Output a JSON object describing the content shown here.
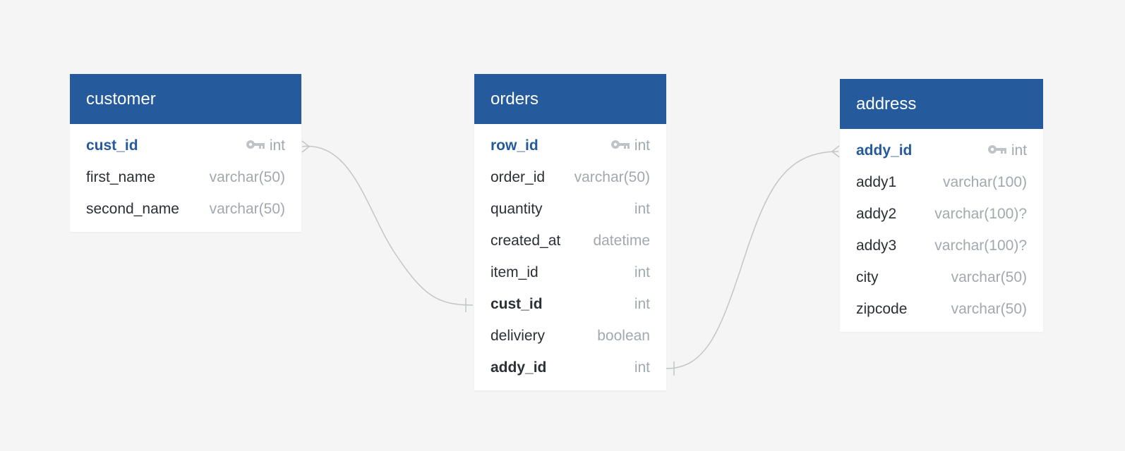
{
  "tables": {
    "customer": {
      "title": "customer",
      "columns": [
        {
          "name": "cust_id",
          "type": "int",
          "pk": true,
          "fk": false
        },
        {
          "name": "first_name",
          "type": "varchar(50)",
          "pk": false,
          "fk": false
        },
        {
          "name": "second_name",
          "type": "varchar(50)",
          "pk": false,
          "fk": false
        }
      ]
    },
    "orders": {
      "title": "orders",
      "columns": [
        {
          "name": "row_id",
          "type": "int",
          "pk": true,
          "fk": false
        },
        {
          "name": "order_id",
          "type": "varchar(50)",
          "pk": false,
          "fk": false
        },
        {
          "name": "quantity",
          "type": "int",
          "pk": false,
          "fk": false
        },
        {
          "name": "created_at",
          "type": "datetime",
          "pk": false,
          "fk": false
        },
        {
          "name": "item_id",
          "type": "int",
          "pk": false,
          "fk": false
        },
        {
          "name": "cust_id",
          "type": "int",
          "pk": false,
          "fk": true
        },
        {
          "name": "deliviery",
          "type": "boolean",
          "pk": false,
          "fk": false
        },
        {
          "name": "addy_id",
          "type": "int",
          "pk": false,
          "fk": true
        }
      ]
    },
    "address": {
      "title": "address",
      "columns": [
        {
          "name": "addy_id",
          "type": "int",
          "pk": true,
          "fk": false
        },
        {
          "name": "addy1",
          "type": "varchar(100)",
          "pk": false,
          "fk": false
        },
        {
          "name": "addy2",
          "type": "varchar(100)?",
          "pk": false,
          "fk": false
        },
        {
          "name": "addy3",
          "type": "varchar(100)?",
          "pk": false,
          "fk": false
        },
        {
          "name": "city",
          "type": "varchar(50)",
          "pk": false,
          "fk": false
        },
        {
          "name": "zipcode",
          "type": "varchar(50)",
          "pk": false,
          "fk": false
        }
      ]
    }
  },
  "relationships": [
    {
      "from": "customer.cust_id",
      "from_end": "many",
      "to": "orders.cust_id",
      "to_end": "one"
    },
    {
      "from": "orders.addy_id",
      "from_end": "one",
      "to": "address.addy_id",
      "to_end": "many"
    }
  ],
  "icons": {
    "primary_key": "key-icon"
  },
  "colors": {
    "header": "#255a9c",
    "primary_key_text": "#255a9c",
    "background": "#f4f5f4",
    "type_text": "#a3a8af",
    "connector": "#c3c6c8"
  }
}
